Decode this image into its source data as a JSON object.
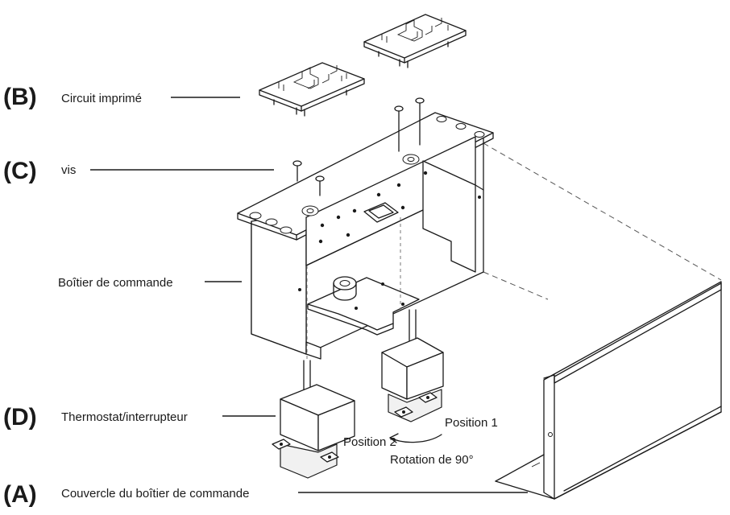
{
  "callouts": {
    "b": {
      "letter": "(B)",
      "text": "Circuit imprimé"
    },
    "c": {
      "letter": "(C)",
      "text": "vis"
    },
    "box": {
      "text": "Boîtier de commande"
    },
    "d": {
      "letter": "(D)",
      "text": "Thermostat/interrupteur"
    },
    "a": {
      "letter": "(A)",
      "text": "Couvercle du boîtier de commande"
    }
  },
  "rotation": {
    "position1": "Position 1",
    "position2": "Position 2",
    "angle": "Rotation de 90°"
  }
}
